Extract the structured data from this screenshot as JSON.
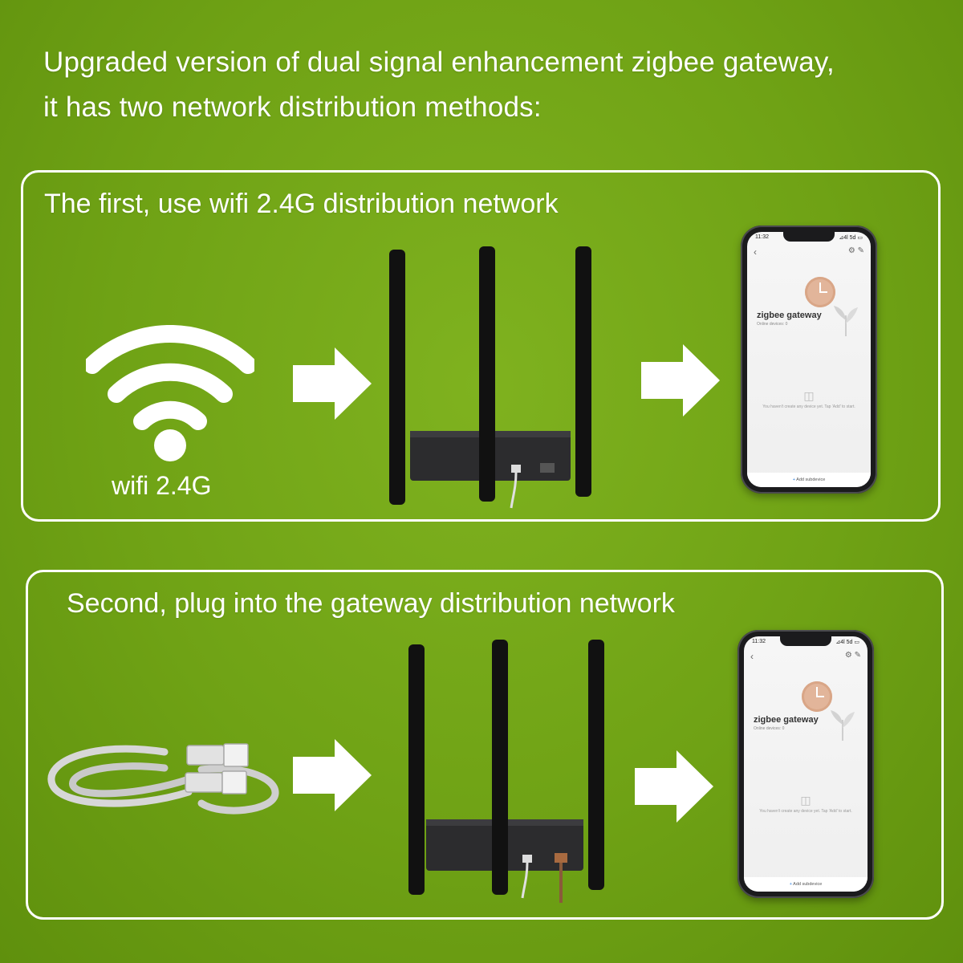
{
  "headline": {
    "line1": "Upgraded version of dual signal enhancement zigbee gateway,",
    "line2": "it has two network distribution methods:"
  },
  "panel1": {
    "title": "The first, use wifi 2.4G distribution network",
    "wifi_label": "wifi 2.4G",
    "phone": {
      "time": "11:32",
      "signal": "⊿4l 5d ▭",
      "back": "‹",
      "settings": "⚙ ✎",
      "gateway_title": "zigbee gateway",
      "gateway_sub": "Online devices: 0",
      "empty_text": "You haven't create any device yet. Tap 'Add' to start.",
      "add_button": "Add subdevice"
    }
  },
  "panel2": {
    "title": "Second, plug into the gateway distribution network",
    "phone": {
      "time": "11:32",
      "signal": "⊿4l 5d ▭",
      "back": "‹",
      "settings": "⚙ ✎",
      "gateway_title": "zigbee gateway",
      "gateway_sub": "Online devices: 0",
      "empty_text": "You haven't create any device yet. Tap 'Add' to start.",
      "add_button": "Add subdevice"
    }
  },
  "colors": {
    "background": "#6fa215",
    "panel_border": "#ffffff",
    "antenna": "#111111",
    "router_body": "#2c2c2e"
  },
  "icons": {
    "wifi": "wifi-icon",
    "arrow": "arrow-right-icon",
    "router": "router-icon",
    "cable": "ethernet-cable-icon",
    "phone": "smartphone-icon"
  }
}
